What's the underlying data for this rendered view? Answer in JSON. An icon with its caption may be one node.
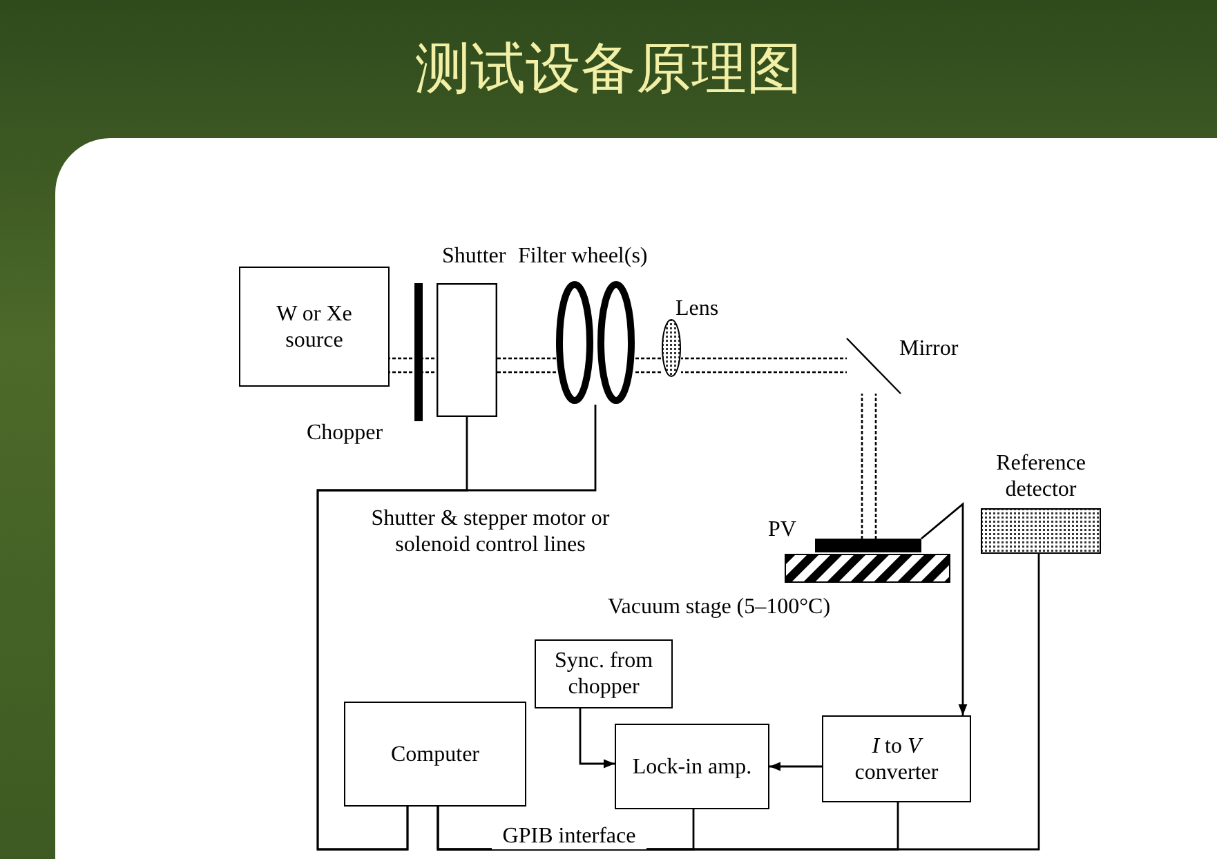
{
  "diagram": {
    "title": "测试设备原理图",
    "nodes": [
      {
        "text": [
          "W or Xe source"
        ]
      },
      {
        "text": [
          "Chopper"
        ]
      },
      {
        "text": [
          "Shutter"
        ]
      },
      {
        "text": [
          "Filter wheel(s)"
        ]
      },
      {
        "text": [
          "Lens"
        ]
      },
      {
        "text": [
          "Mirror"
        ]
      },
      {
        "text": [
          "PV"
        ]
      },
      {
        "text": [
          "Vacuum stage (5–100°C)"
        ]
      },
      {
        "text": [
          "Reference detector"
        ]
      },
      {
        "text": [
          "Sync. from chopper"
        ]
      },
      {
        "text": [
          "Computer"
        ]
      },
      {
        "text": [
          "Lock-in amp."
        ]
      },
      {
        "text": [
          "*I* to *V* converter"
        ]
      }
    ],
    "edges": [
      {
        "from": 0,
        "to": 1,
        "arrow": "none",
        "style": "dashed"
      },
      {
        "from": 1,
        "to": 2,
        "arrow": "none",
        "style": "dashed"
      },
      {
        "from": 2,
        "to": 3,
        "arrow": "none",
        "style": "dashed"
      },
      {
        "from": 3,
        "to": 4,
        "arrow": "none",
        "style": "dashed"
      },
      {
        "from": 4,
        "to": 5,
        "arrow": "none",
        "style": "dashed"
      },
      {
        "from": 5,
        "to": 6,
        "arrow": "none",
        "style": "dashed"
      },
      {
        "from": 2,
        "to": 10,
        "arrow": "none",
        "label": "Shutter & stepper motor or solenoid control lines"
      },
      {
        "from": 3,
        "to": 10,
        "arrow": "none"
      },
      {
        "from": 6,
        "to": 12,
        "arrow": "to"
      },
      {
        "from": 9,
        "to": 11,
        "arrow": "to"
      },
      {
        "from": 12,
        "to": 11,
        "arrow": "to"
      },
      {
        "from": 10,
        "to": 11,
        "arrow": "none",
        "label": "GPIB interface"
      },
      {
        "from": 10,
        "to": 12,
        "arrow": "none"
      },
      {
        "from": 10,
        "to": 8,
        "arrow": "none"
      }
    ]
  }
}
